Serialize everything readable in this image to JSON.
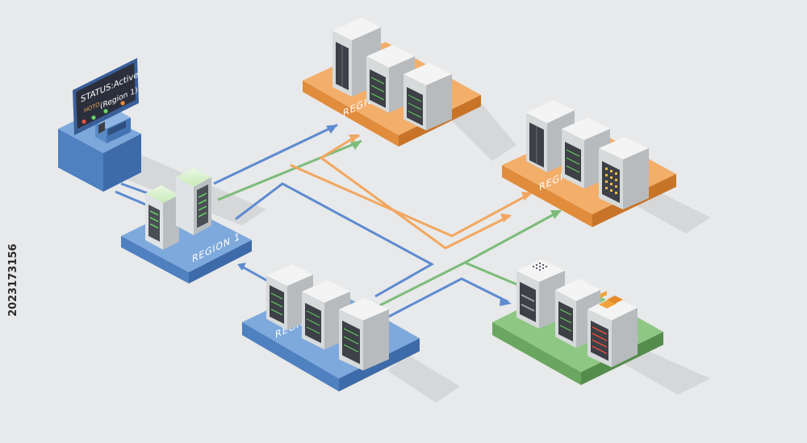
{
  "monitor": {
    "line1": "STATUS:Active",
    "line2_prefix": "HOTO",
    "line2": "(Region 1)"
  },
  "platforms": {
    "blue_region1": "REGION 1",
    "blue_region2": "REGION 2",
    "orange_region1": "REGION 1",
    "orange_region2": "REGION 2"
  },
  "stock_id": "2023173156",
  "colors": {
    "background": "#e8e9ea",
    "blue": "#5d8fc9",
    "orange": "#f0a455",
    "green": "#78b66e",
    "arrow_blue": "#5e8bd0",
    "arrow_orange": "#f2a760",
    "arrow_green": "#7cbc7a"
  }
}
